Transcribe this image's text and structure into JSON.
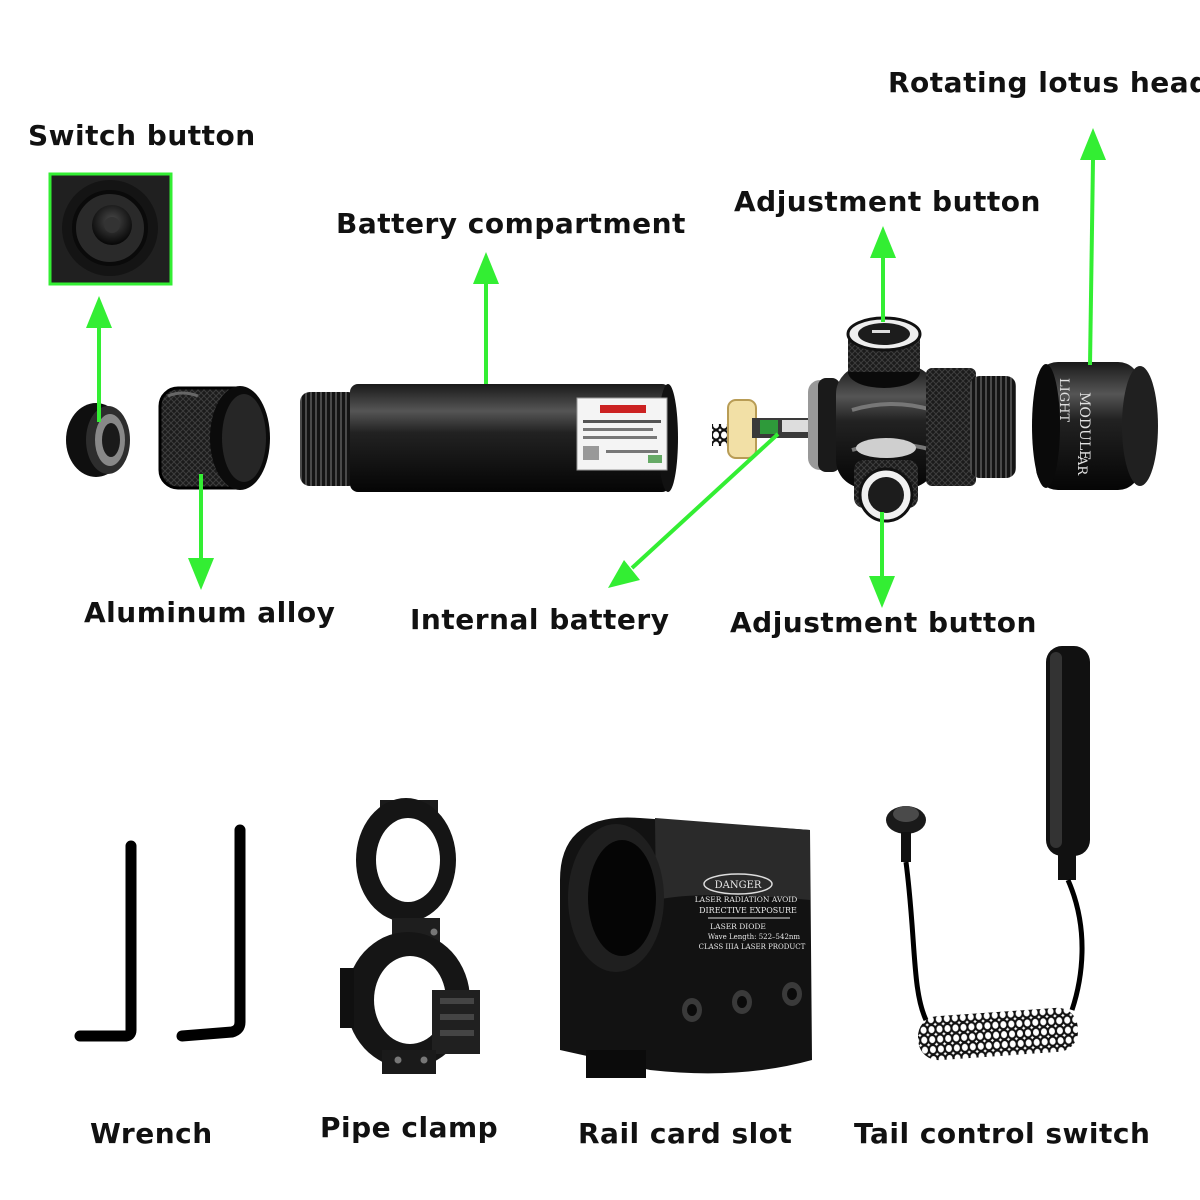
{
  "colors": {
    "arrow": "#33ee33",
    "text": "#111111",
    "metal_dark": "#0c0c0c",
    "metal_mid": "#2a2a2a",
    "metal_light": "#5a5a5a",
    "background": "#ffffff"
  },
  "labels": {
    "switch_button": "Switch button",
    "battery_compartment": "Battery compartment",
    "adjustment_button_top": "Adjustment button",
    "rotating_lotus_head": "Rotating lotus head",
    "aluminum_alloy": "Aluminum alloy",
    "internal_battery": "Internal battery",
    "adjustment_button_bottom": "Adjustment button",
    "wrench": "Wrench",
    "pipe_clamp": "Pipe clamp",
    "rail_card_slot": "Rail card slot",
    "tail_control_switch": "Tail control switch"
  },
  "product_markings": {
    "lotus_head_text_1": "MODULE",
    "lotus_head_text_2": "LIGHT",
    "lotus_head_text_3": "AR",
    "mount_text": [
      "DANGER",
      "LASER RADIATION AVOID",
      "DIRECTIVE  EXPOSURE",
      "LASER DIODE",
      "Wave Length: 522–542nm",
      "CLASS IIIA LASER PRODUCT"
    ]
  },
  "icons": [
    "arrow-up-icon",
    "arrow-down-icon",
    "arrow-diagonal-icon"
  ]
}
